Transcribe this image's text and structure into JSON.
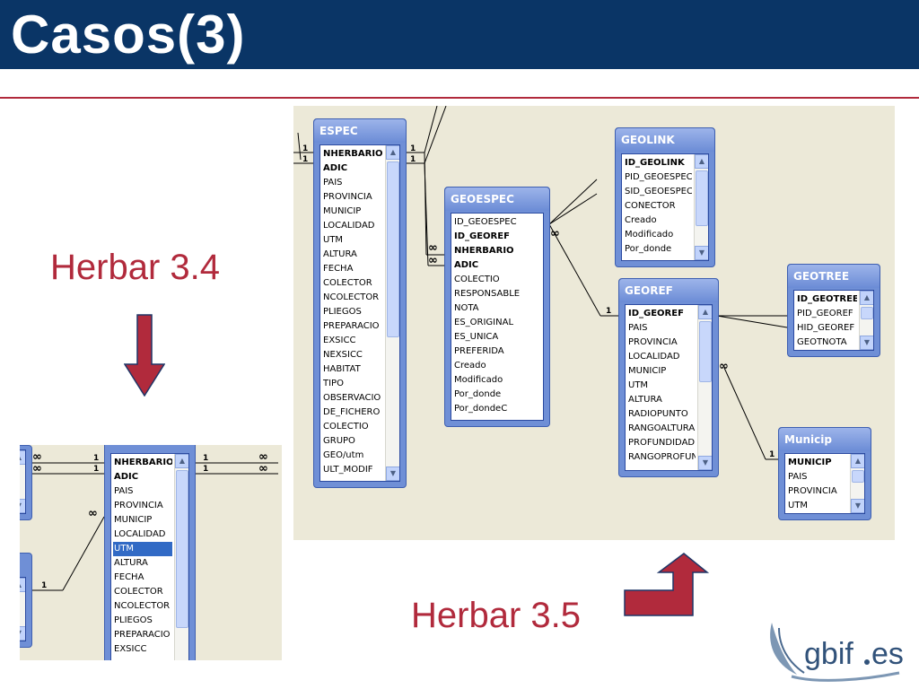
{
  "slide": {
    "title": "Casos(3)",
    "caption_left": "Herbar 3.4",
    "caption_right": "Herbar 3.5"
  },
  "colors": {
    "title_bar": "#0a3566",
    "accent": "#b12a3c",
    "window_bg": "#ece9d8",
    "table_frame": "#6f8fd6",
    "selection": "#316ac5"
  },
  "relationship_marks": {
    "one": "1",
    "many": "∞"
  },
  "herbar35": {
    "tables": [
      {
        "name": "ESPEC",
        "fields": [
          {
            "label": "NHERBARIO",
            "key": true
          },
          {
            "label": "ADIC",
            "key": true
          },
          {
            "label": "PAIS"
          },
          {
            "label": "PROVINCIA"
          },
          {
            "label": "MUNICIP"
          },
          {
            "label": "LOCALIDAD"
          },
          {
            "label": "UTM"
          },
          {
            "label": "ALTURA"
          },
          {
            "label": "FECHA"
          },
          {
            "label": "COLECTOR"
          },
          {
            "label": "NCOLECTOR"
          },
          {
            "label": "PLIEGOS"
          },
          {
            "label": "PREPARACIO"
          },
          {
            "label": "EXSICC"
          },
          {
            "label": "NEXSICC"
          },
          {
            "label": "HABITAT"
          },
          {
            "label": "TIPO"
          },
          {
            "label": "OBSERVACIO"
          },
          {
            "label": "DE_FICHERO"
          },
          {
            "label": "COLECTIO"
          },
          {
            "label": "GRUPO"
          },
          {
            "label": "GEO/utm"
          },
          {
            "label": "ULT_MODIF"
          }
        ]
      },
      {
        "name": "GEOESPEC",
        "fields": [
          {
            "label": "ID_GEOESPEC"
          },
          {
            "label": "ID_GEOREF",
            "key": true
          },
          {
            "label": "NHERBARIO",
            "key": true
          },
          {
            "label": "ADIC",
            "key": true
          },
          {
            "label": "COLECTIO"
          },
          {
            "label": "RESPONSABLE"
          },
          {
            "label": "NOTA"
          },
          {
            "label": "ES_ORIGINAL"
          },
          {
            "label": "ES_UNICA"
          },
          {
            "label": "PREFERIDA"
          },
          {
            "label": "Creado"
          },
          {
            "label": "Modificado"
          },
          {
            "label": "Por_donde"
          },
          {
            "label": "Por_dondeC"
          }
        ]
      },
      {
        "name": "GEOLINK",
        "fields": [
          {
            "label": "ID_GEOLINK",
            "key": true
          },
          {
            "label": "PID_GEOESPEC"
          },
          {
            "label": "SID_GEOESPEC"
          },
          {
            "label": "CONECTOR"
          },
          {
            "label": "Creado"
          },
          {
            "label": "Modificado"
          },
          {
            "label": "Por_donde"
          }
        ]
      },
      {
        "name": "GEOREF",
        "fields": [
          {
            "label": "ID_GEOREF",
            "key": true
          },
          {
            "label": "PAIS"
          },
          {
            "label": "PROVINCIA"
          },
          {
            "label": "LOCALIDAD"
          },
          {
            "label": "MUNICIP"
          },
          {
            "label": "UTM"
          },
          {
            "label": "ALTURA"
          },
          {
            "label": "RADIOPUNTO"
          },
          {
            "label": "RANGOALTURA"
          },
          {
            "label": "PROFUNDIDAD"
          },
          {
            "label": "RANGOPROFUN"
          }
        ]
      },
      {
        "name": "GEOTREE",
        "fields": [
          {
            "label": "ID_GEOTREE",
            "key": true
          },
          {
            "label": "PID_GEOREF"
          },
          {
            "label": "HID_GEOREF"
          },
          {
            "label": "GEOTNOTA"
          }
        ]
      },
      {
        "name": "Municip",
        "fields": [
          {
            "label": "MUNICIP",
            "key": true
          },
          {
            "label": "PAIS"
          },
          {
            "label": "PROVINCIA"
          },
          {
            "label": "UTM"
          }
        ]
      }
    ]
  },
  "herbar34": {
    "tables": [
      {
        "name": "",
        "fields": [
          {
            "label": "NHERBARIO",
            "key": true
          },
          {
            "label": "ADIC",
            "key": true
          },
          {
            "label": "PAIS"
          },
          {
            "label": "PROVINCIA"
          },
          {
            "label": "MUNICIP"
          },
          {
            "label": "LOCALIDAD"
          },
          {
            "label": "UTM",
            "selected": true
          },
          {
            "label": "ALTURA"
          },
          {
            "label": "FECHA"
          },
          {
            "label": "COLECTOR"
          },
          {
            "label": "NCOLECTOR"
          },
          {
            "label": "PLIEGOS"
          },
          {
            "label": "PREPARACIO"
          },
          {
            "label": "EXSICC"
          }
        ]
      }
    ]
  }
}
